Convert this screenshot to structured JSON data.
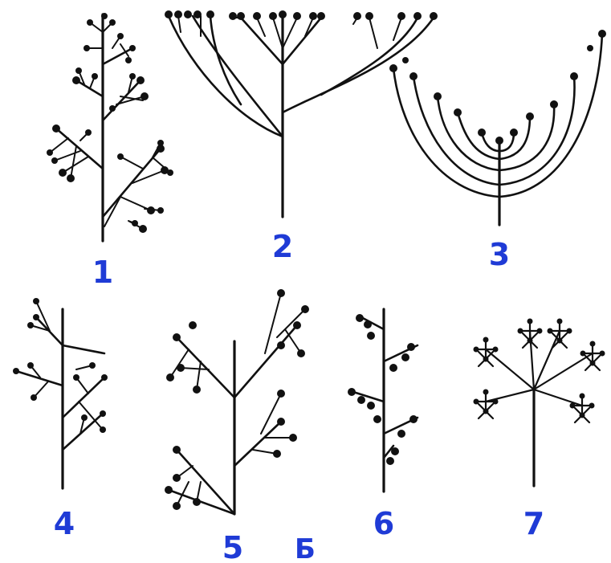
{
  "figure": {
    "panel_labels": [
      "1",
      "2",
      "3",
      "4",
      "5",
      "6",
      "7"
    ],
    "group_label": "Б"
  }
}
